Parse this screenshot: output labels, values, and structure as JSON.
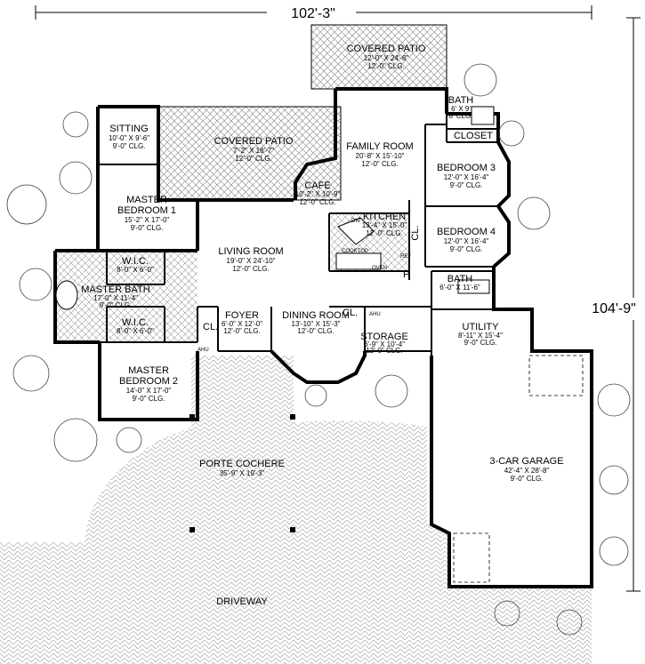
{
  "dimensions": {
    "width_label": "102'-3\"",
    "depth_label": "104'-9\""
  },
  "rooms": {
    "covered_patio_top": {
      "name": "COVERED PATIO",
      "dim1": "12'-0\" X 24'-8\"",
      "dim2": "12'-0\" CLG."
    },
    "covered_patio_mid": {
      "name": "COVERED PATIO",
      "dim1": "7'-2\" X 18'-7\"",
      "dim2": "12'-0\" CLG."
    },
    "sitting": {
      "name": "SITTING",
      "dim1": "10'-0\" X 9'-6\"",
      "dim2": "9'-0\" CLG."
    },
    "master_bedroom_1": {
      "name1": "MASTER",
      "name2": "BEDROOM 1",
      "dim1": "15'-2\" X 17'-0\"",
      "dim2": "9'-0\" CLG."
    },
    "family_room": {
      "name": "FAMILY ROOM",
      "dim1": "20'-8\" X 15'-10\"",
      "dim2": "12'-0\" CLG."
    },
    "bath_top": {
      "name": "BATH",
      "dim1": "6' X 9'",
      "dim2": "8' CLG."
    },
    "closet": {
      "name": "CLOSET"
    },
    "bedroom_3": {
      "name": "BEDROOM 3",
      "dim1": "12'-0\" X 16'-4\"",
      "dim2": "9'-0\" CLG."
    },
    "cafe": {
      "name": "CAFE",
      "dim1": "10'-2\" X 10'-9\"",
      "dim2": "12'-0\" CLG."
    },
    "kitchen": {
      "name": "KITCHEN",
      "dim1": "13'-4\" X 15'-0\"",
      "dim2": "12'-0\" CLG."
    },
    "bedroom_4": {
      "name": "BEDROOM 4",
      "dim1": "12'-0\" X 16'-4\"",
      "dim2": "9'-0\" CLG."
    },
    "living_room": {
      "name": "LIVING ROOM",
      "dim1": "19'-0\" X 24'-10\"",
      "dim2": "12'-0\" CLG."
    },
    "wic_1": {
      "name": "W.I.C.",
      "dim1": "8'-0\" X 6'-0\""
    },
    "master_bath": {
      "name": "MASTER BATH",
      "dim1": "17'-0\" X 11'-4\"",
      "dim2": "9'-0\" CLG."
    },
    "wic_2": {
      "name": "W.I.C.",
      "dim1": "8'-0\" X 6'-0\""
    },
    "bath_2": {
      "name": "BATH",
      "dim1": "6'-0\" X 11'-6\""
    },
    "foyer": {
      "name": "FOYER",
      "dim1": "6'-0\" X 12'-0\"",
      "dim2": "12'-0\" CLG."
    },
    "dining_room": {
      "name": "DINING ROOM",
      "dim1": "13'-10\" X 15'-3\"",
      "dim2": "12'-0\" CLG."
    },
    "storage": {
      "name": "STORAGE",
      "dim1": "6'-9\" X 10'-4\"",
      "dim2": "12'-0\" CLG."
    },
    "utility": {
      "name": "UTILITY",
      "dim1": "8'-11\" X 15'-4\"",
      "dim2": "9'-0\" CLG."
    },
    "master_bedroom_2": {
      "name1": "MASTER",
      "name2": "BEDROOM 2",
      "dim1": "14'-0\" X 17'-0\"",
      "dim2": "9'-0\" CLG."
    },
    "porte_cochere": {
      "name": "PORTE COCHERE",
      "dim1": "35'-9\" X 19'-3\""
    },
    "garage": {
      "name": "3-CAR GARAGE",
      "dim1": "42'-4\" X 28'-8\"",
      "dim2": "9'-0\" CLG."
    },
    "driveway": {
      "name": "DRIVEWAY"
    }
  },
  "small_labels": {
    "cl_kitchen": "CL.",
    "cl_foyer": "CL.",
    "cl_storage": "CL.",
    "pantry": "P",
    "ahu_1": "AHU",
    "ahu_2": "AHU",
    "ref": "REF",
    "dw": "DW",
    "oven": "OVEN",
    "cooktop": "COOKTOP"
  }
}
